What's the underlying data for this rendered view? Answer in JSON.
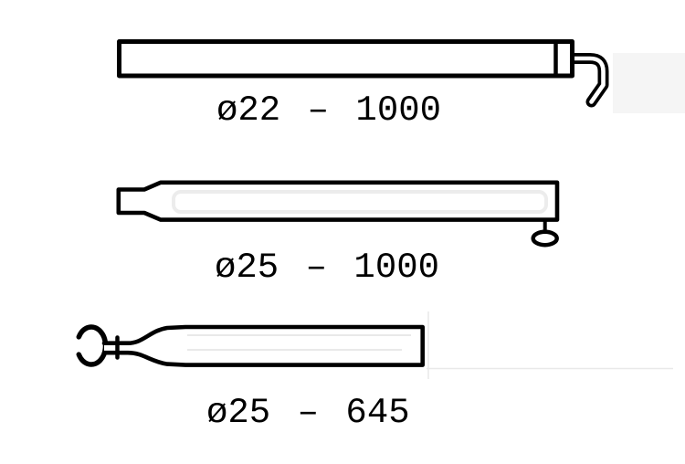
{
  "diagram": {
    "parts": [
      {
        "label": "ø22 – 1000",
        "diameter": "ø22",
        "length": "1000",
        "drawing": "straight-tube-with-end-cap-and-hook"
      },
      {
        "label": "ø25 – 1000",
        "diameter": "ø25",
        "length": "1000",
        "drawing": "tube-with-swaged-narrow-end-and-pull-ring"
      },
      {
        "label": "ø25 – 645",
        "diameter": "ø25",
        "length": "645",
        "drawing": "tube-with-flared-neck-and-open-eye-ring"
      }
    ]
  },
  "colors": {
    "line": "#000000",
    "bg": "#ffffff",
    "shade": "#f5f5f5",
    "band": "#ececec",
    "faint": "#e9e9e9"
  }
}
